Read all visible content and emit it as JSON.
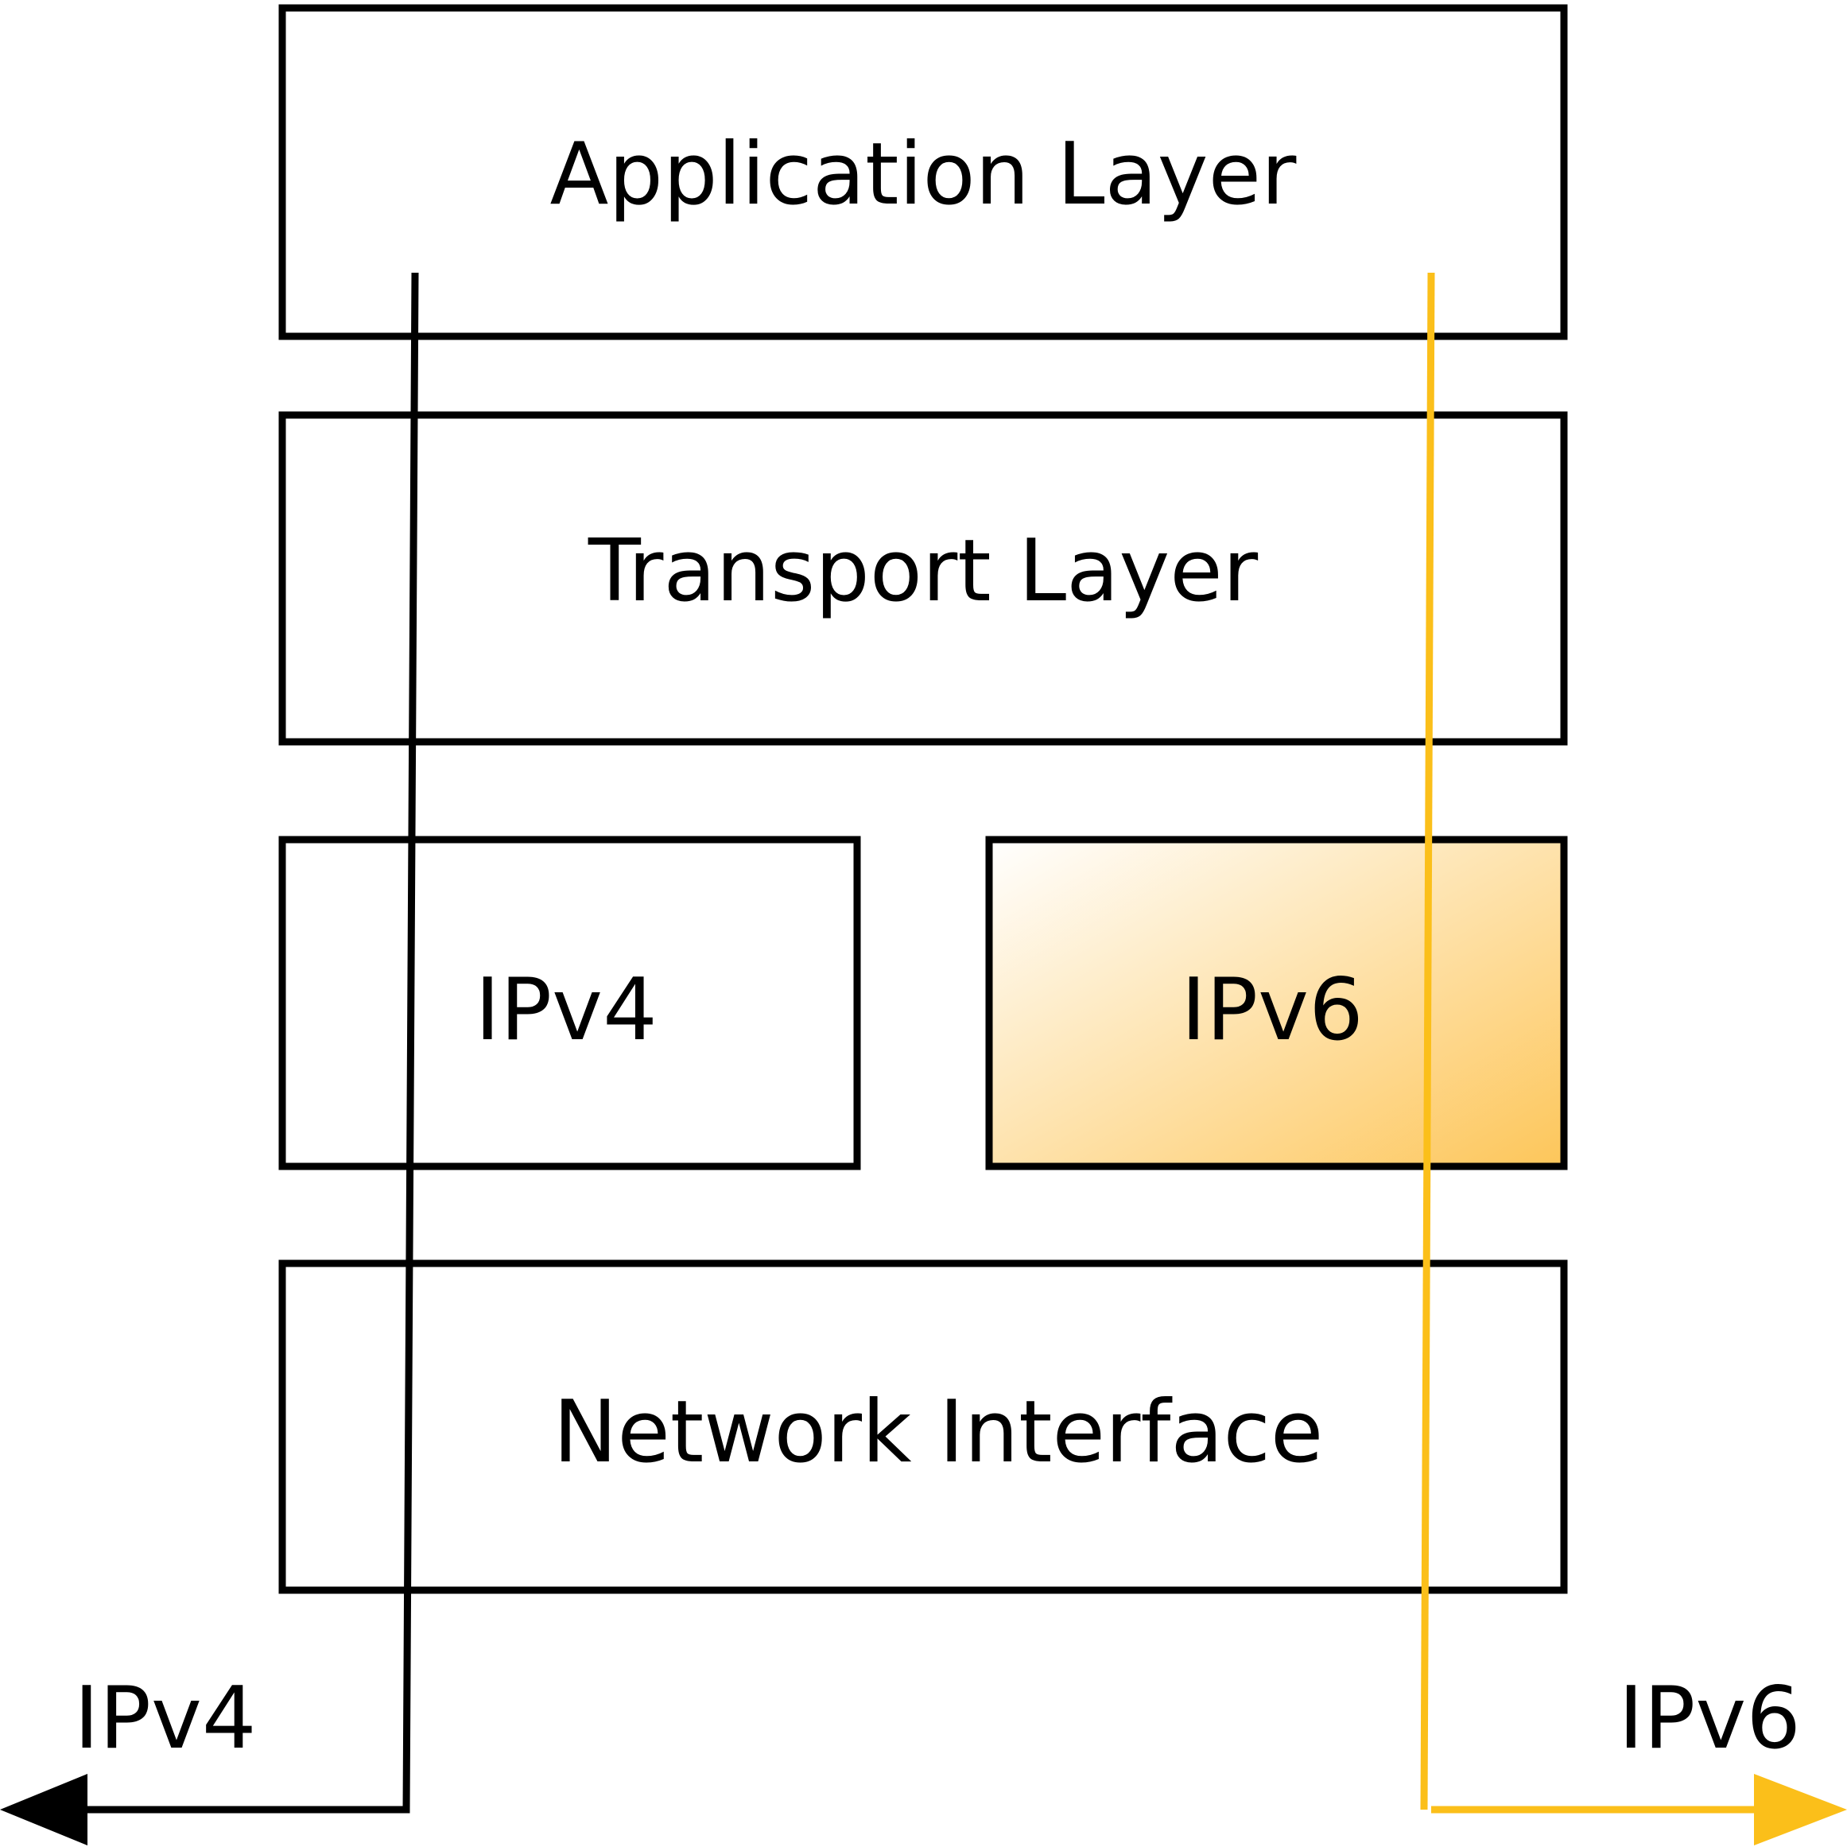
{
  "layers": {
    "application": {
      "label": "Application Layer"
    },
    "transport": {
      "label": "Transport Layer"
    },
    "ipv4": {
      "label": "IPv4"
    },
    "ipv6": {
      "label": "IPv6"
    },
    "network_interface": {
      "label": "Network Interface"
    }
  },
  "paths": {
    "ipv4": {
      "label": "IPv4",
      "color": "#000000"
    },
    "ipv6": {
      "label": "IPv6",
      "color": "#FBBF1A"
    }
  },
  "colors": {
    "box_stroke": "#000000",
    "ipv6_fill_start": "#FFFFFF",
    "ipv6_fill_end": "#FDC65A"
  }
}
